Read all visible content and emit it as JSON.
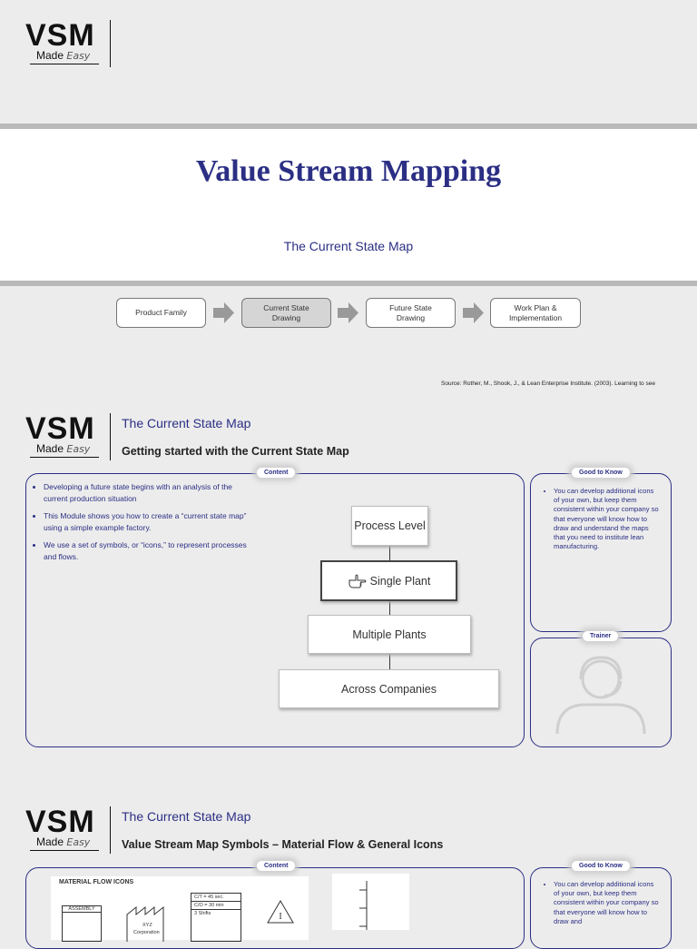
{
  "logo": {
    "main": "VSM",
    "made": "Made",
    "easy": "Easy"
  },
  "slide1": {
    "title": "Value Stream Mapping",
    "subtitle": "The Current State Map",
    "steps": [
      "Product Family",
      "Current State Drawing",
      "Future State Drawing",
      "Work Plan & Implementation"
    ],
    "active_step": 1,
    "source": "Source: Rother, M., Shook, J., & Lean Enterprise Institute. (2003). Learning to see"
  },
  "slide2": {
    "header": "The Current State Map",
    "subheader": "Getting started with the Current State Map",
    "content_tag": "Content",
    "bullets": [
      "Developing a future state begins with an analysis of the current production situation",
      "This Module shows you how to create a “current state map” using a simple example factory.",
      "We use a set of symbols, or “icons,” to represent processes and flows."
    ],
    "levels": [
      "Process Level",
      "Single Plant",
      "Multiple Plants",
      "Across Companies"
    ],
    "selected_level": "Single Plant",
    "good_tag": "Good to Know",
    "good_text": "You can develop additional icons of your own, but keep them consistent within your company so that everyone will know how to draw and understand the maps that you need to institute lean manufacturing.",
    "trainer_tag": "Trainer"
  },
  "slide3": {
    "header": "The Current State Map",
    "subheader": "Value Stream Map Symbols – Material Flow & General Icons",
    "content_tag": "Content",
    "mf_title": "MATERIAL FLOW ICONS",
    "mf_labels": [
      "ASSEMBLY",
      "XYZ",
      "Corporation",
      "C/T = 45 sec.",
      "C/O = 30 min",
      "3 Shifts"
    ],
    "good_tag": "Good to Know",
    "good_text": "You can develop additional icons of your own, but keep them consistent within your company so that everyone will know how to draw and"
  }
}
